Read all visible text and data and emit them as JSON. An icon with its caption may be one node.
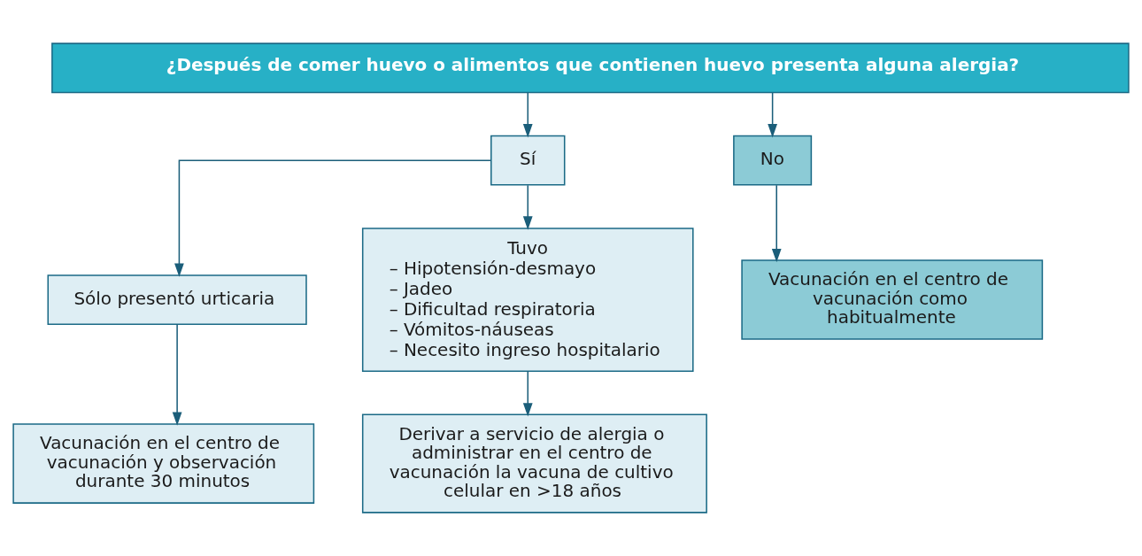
{
  "diagram": {
    "nodes": [
      {
        "text": [
          "¿Después de comer huevo o alimentos que contienen huevo presenta alguna alergia?"
        ]
      },
      {
        "text": [
          "Sí"
        ]
      },
      {
        "text": [
          "No"
        ]
      },
      {
        "text": [
          "Sólo presentó urticaria"
        ]
      },
      {
        "text": [
          "Tuvo",
          "– Hipotensión-desmayo",
          "– Jadeo",
          "– Dificultad respiratoria",
          "– Vómitos-náuseas",
          "– Necesito ingreso hospitalario"
        ]
      },
      {
        "text": [
          "Vacunación en el centro de vacunación como habitualmente"
        ]
      },
      {
        "text": [
          "Vacunación en el centro de vacunación y observación durante 30 minutos"
        ]
      },
      {
        "text": [
          "Derivar a servicio de alergia o administrar en el centro de vacunación la vacuna de cultivo celular en >18 años"
        ]
      }
    ],
    "edges": [
      {
        "from": 0,
        "to": 1,
        "arrow": "to"
      },
      {
        "from": 0,
        "to": 2,
        "arrow": "to"
      },
      {
        "from": 1,
        "to": 3,
        "arrow": "to"
      },
      {
        "from": 1,
        "to": 4,
        "arrow": "to"
      },
      {
        "from": 2,
        "to": 5,
        "arrow": "to"
      },
      {
        "from": 3,
        "to": 6,
        "arrow": "to"
      },
      {
        "from": 4,
        "to": 7,
        "arrow": "to"
      }
    ]
  }
}
